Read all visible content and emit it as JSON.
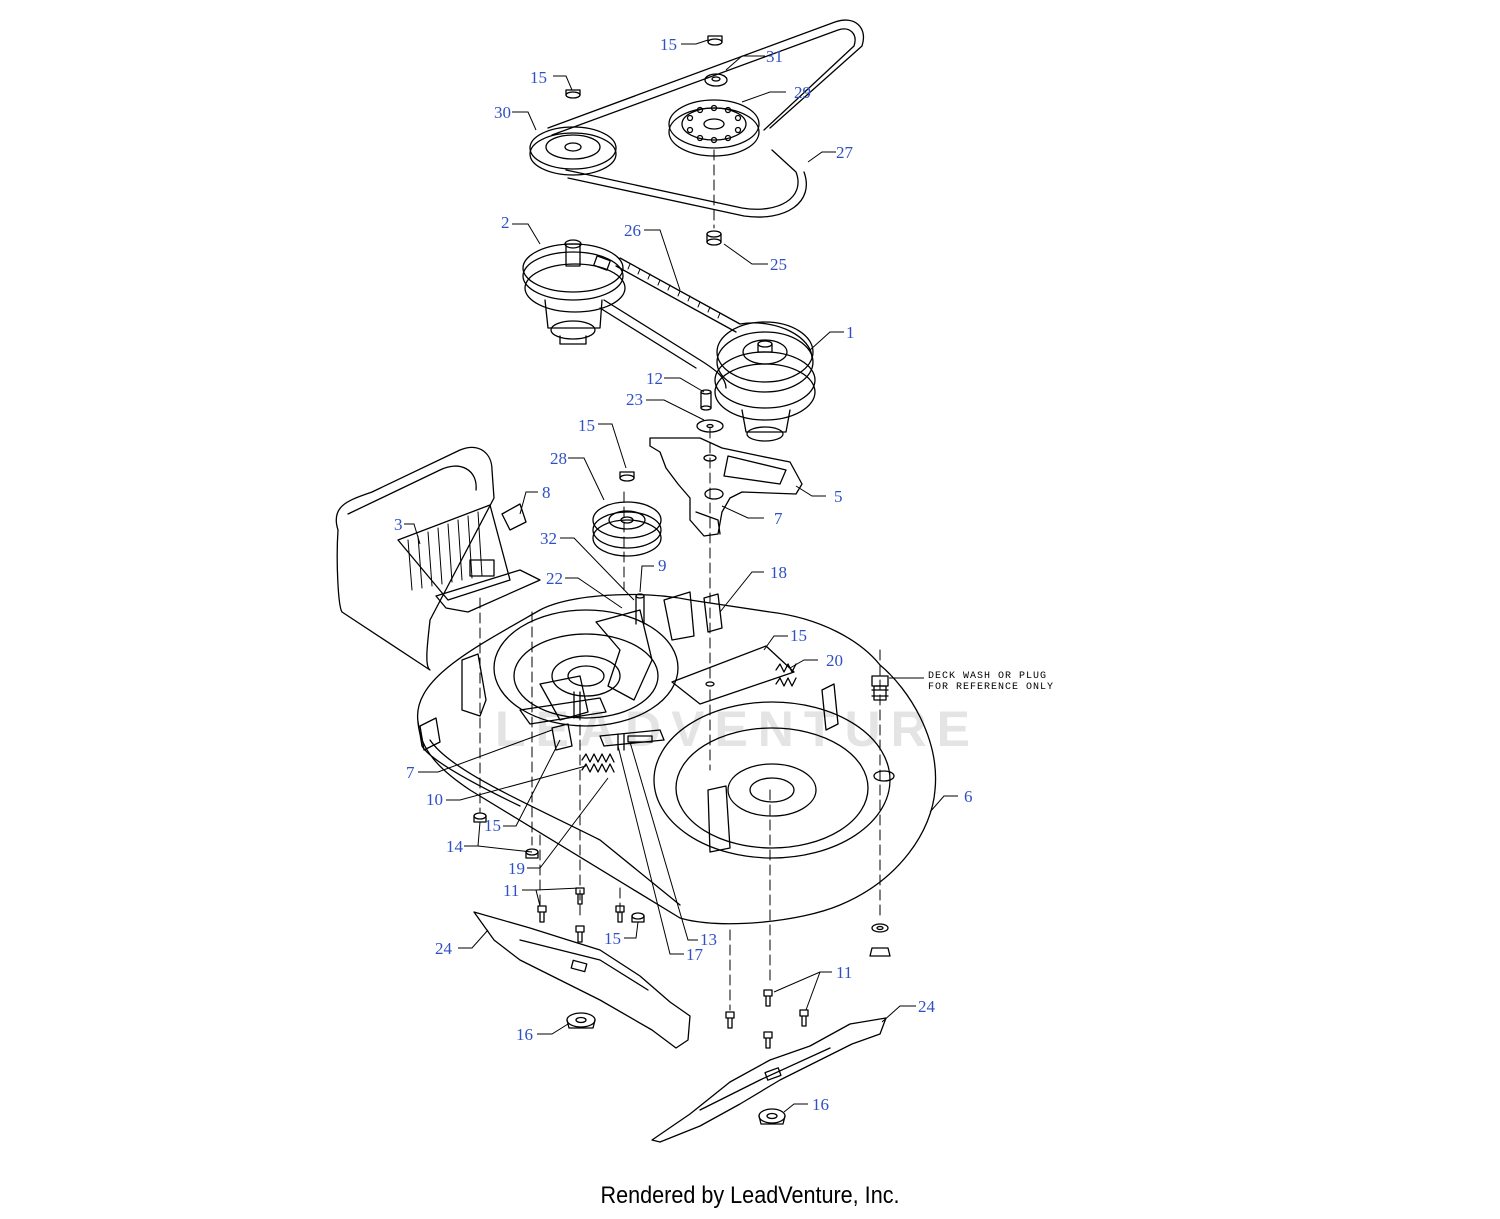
{
  "diagram": {
    "note_lines": [
      "DECK WASH OR PLUG",
      "FOR REFERENCE ONLY"
    ],
    "watermark": "LEADVENTURE",
    "callout_color": "#2f4fc4",
    "line_color": "#000000",
    "callouts": [
      {
        "label": "15"
      },
      {
        "label": "31"
      },
      {
        "label": "15"
      },
      {
        "label": "29"
      },
      {
        "label": "30"
      },
      {
        "label": "27"
      },
      {
        "label": "2"
      },
      {
        "label": "26"
      },
      {
        "label": "25"
      },
      {
        "label": "1"
      },
      {
        "label": "12"
      },
      {
        "label": "23"
      },
      {
        "label": "15"
      },
      {
        "label": "28"
      },
      {
        "label": "5"
      },
      {
        "label": "8"
      },
      {
        "label": "3"
      },
      {
        "label": "7"
      },
      {
        "label": "32"
      },
      {
        "label": "9"
      },
      {
        "label": "22"
      },
      {
        "label": "18"
      },
      {
        "label": "15"
      },
      {
        "label": "20"
      },
      {
        "label": "7"
      },
      {
        "label": "10"
      },
      {
        "label": "15"
      },
      {
        "label": "6"
      },
      {
        "label": "14"
      },
      {
        "label": "19"
      },
      {
        "label": "11"
      },
      {
        "label": "24"
      },
      {
        "label": "15"
      },
      {
        "label": "17"
      },
      {
        "label": "13"
      },
      {
        "label": "11"
      },
      {
        "label": "24"
      },
      {
        "label": "16"
      },
      {
        "label": "16"
      }
    ]
  },
  "footer": {
    "text": "Rendered by LeadVenture, Inc."
  }
}
